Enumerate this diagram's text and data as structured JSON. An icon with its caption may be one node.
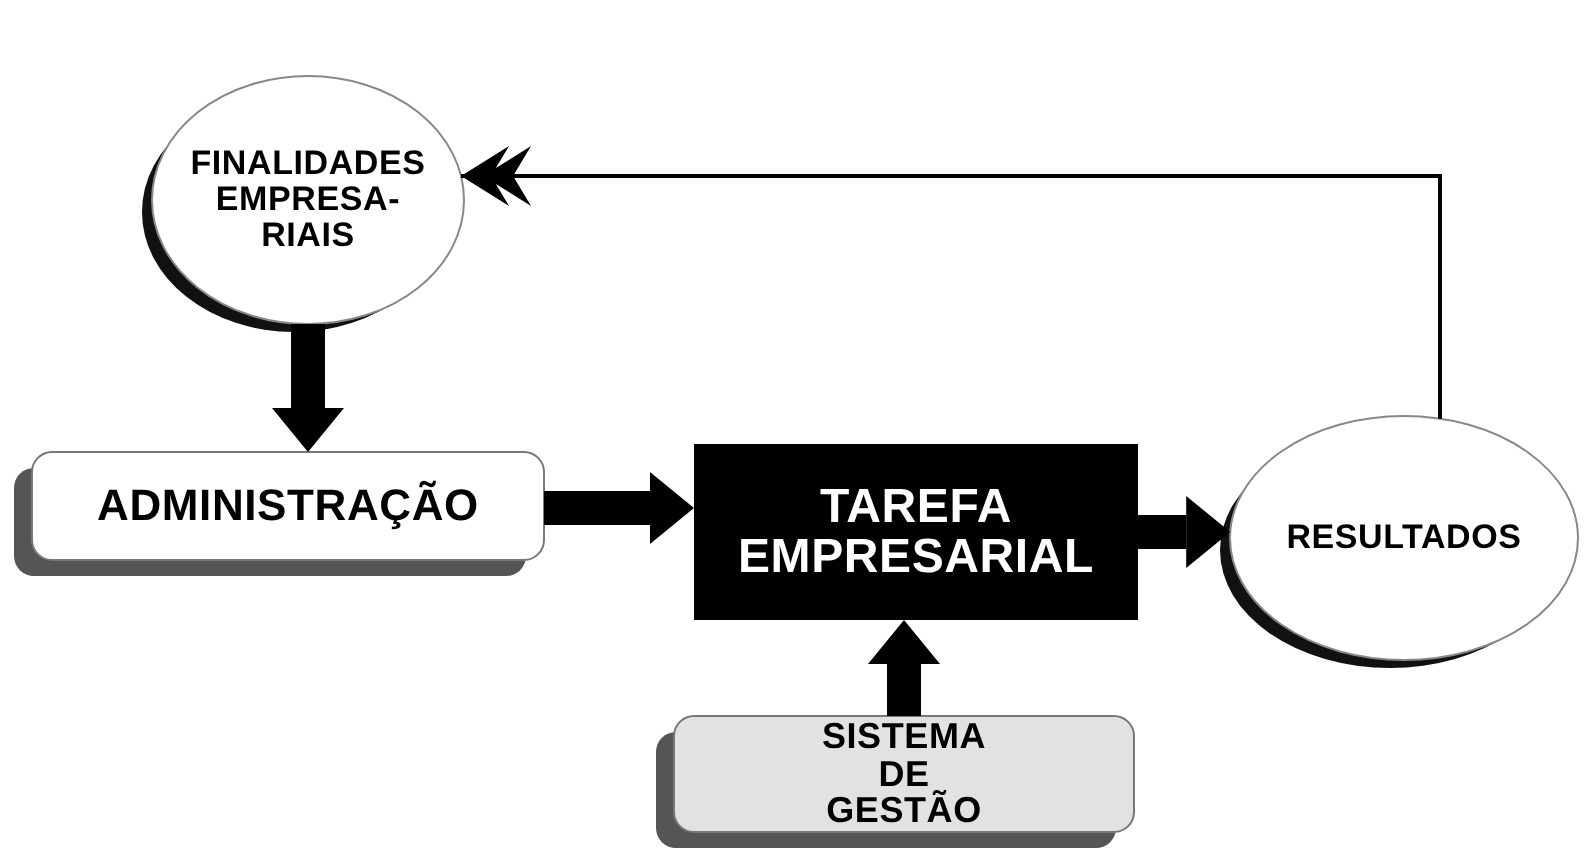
{
  "diagram": {
    "nodes": [
      {
        "text": [
          "FINALIDADES EMPRESA- RIAIS"
        ]
      },
      {
        "text": [
          "ADMINISTRAÇÃO"
        ]
      },
      {
        "text": [
          "TAREFA EMPRESARIAL"
        ]
      },
      {
        "text": [
          "RESULTADOS"
        ]
      },
      {
        "text": [
          "SISTEMA DE GESTÃO"
        ]
      }
    ],
    "edges": [
      {
        "from": 0,
        "to": 1,
        "arrow": "to"
      },
      {
        "from": 1,
        "to": 2,
        "arrow": "to"
      },
      {
        "from": 2,
        "to": 3,
        "arrow": "to"
      },
      {
        "from": 4,
        "to": 2,
        "arrow": "to"
      },
      {
        "from": 3,
        "to": 0,
        "arrow": "to"
      }
    ]
  }
}
